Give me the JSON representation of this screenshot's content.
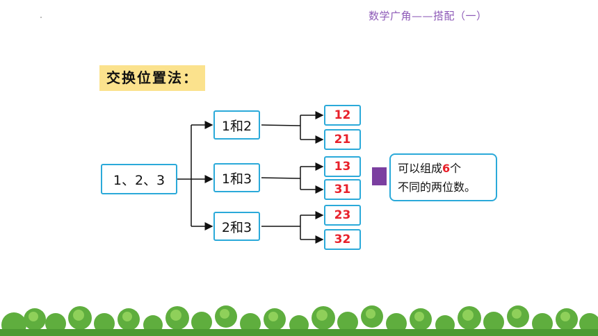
{
  "header": {
    "title": "数学广角——搭配（一）"
  },
  "method": {
    "label": "交换位置法："
  },
  "source": {
    "label": "1、2、3"
  },
  "pairs": [
    {
      "label": "1和2",
      "results": [
        "12",
        "21"
      ]
    },
    {
      "label": "1和3",
      "results": [
        "13",
        "31"
      ]
    },
    {
      "label": "2和3",
      "results": [
        "23",
        "32"
      ]
    }
  ],
  "conclusion": {
    "pre": "可以组成",
    "count": "6",
    "post": "个",
    "line2": "不同的两位数。"
  },
  "colors": {
    "accent": "#2aa9d9",
    "highlight": "#e8202a",
    "title": "#8e5bb8",
    "label_bg": "#fbe28d",
    "marker": "#7b3fa0"
  }
}
